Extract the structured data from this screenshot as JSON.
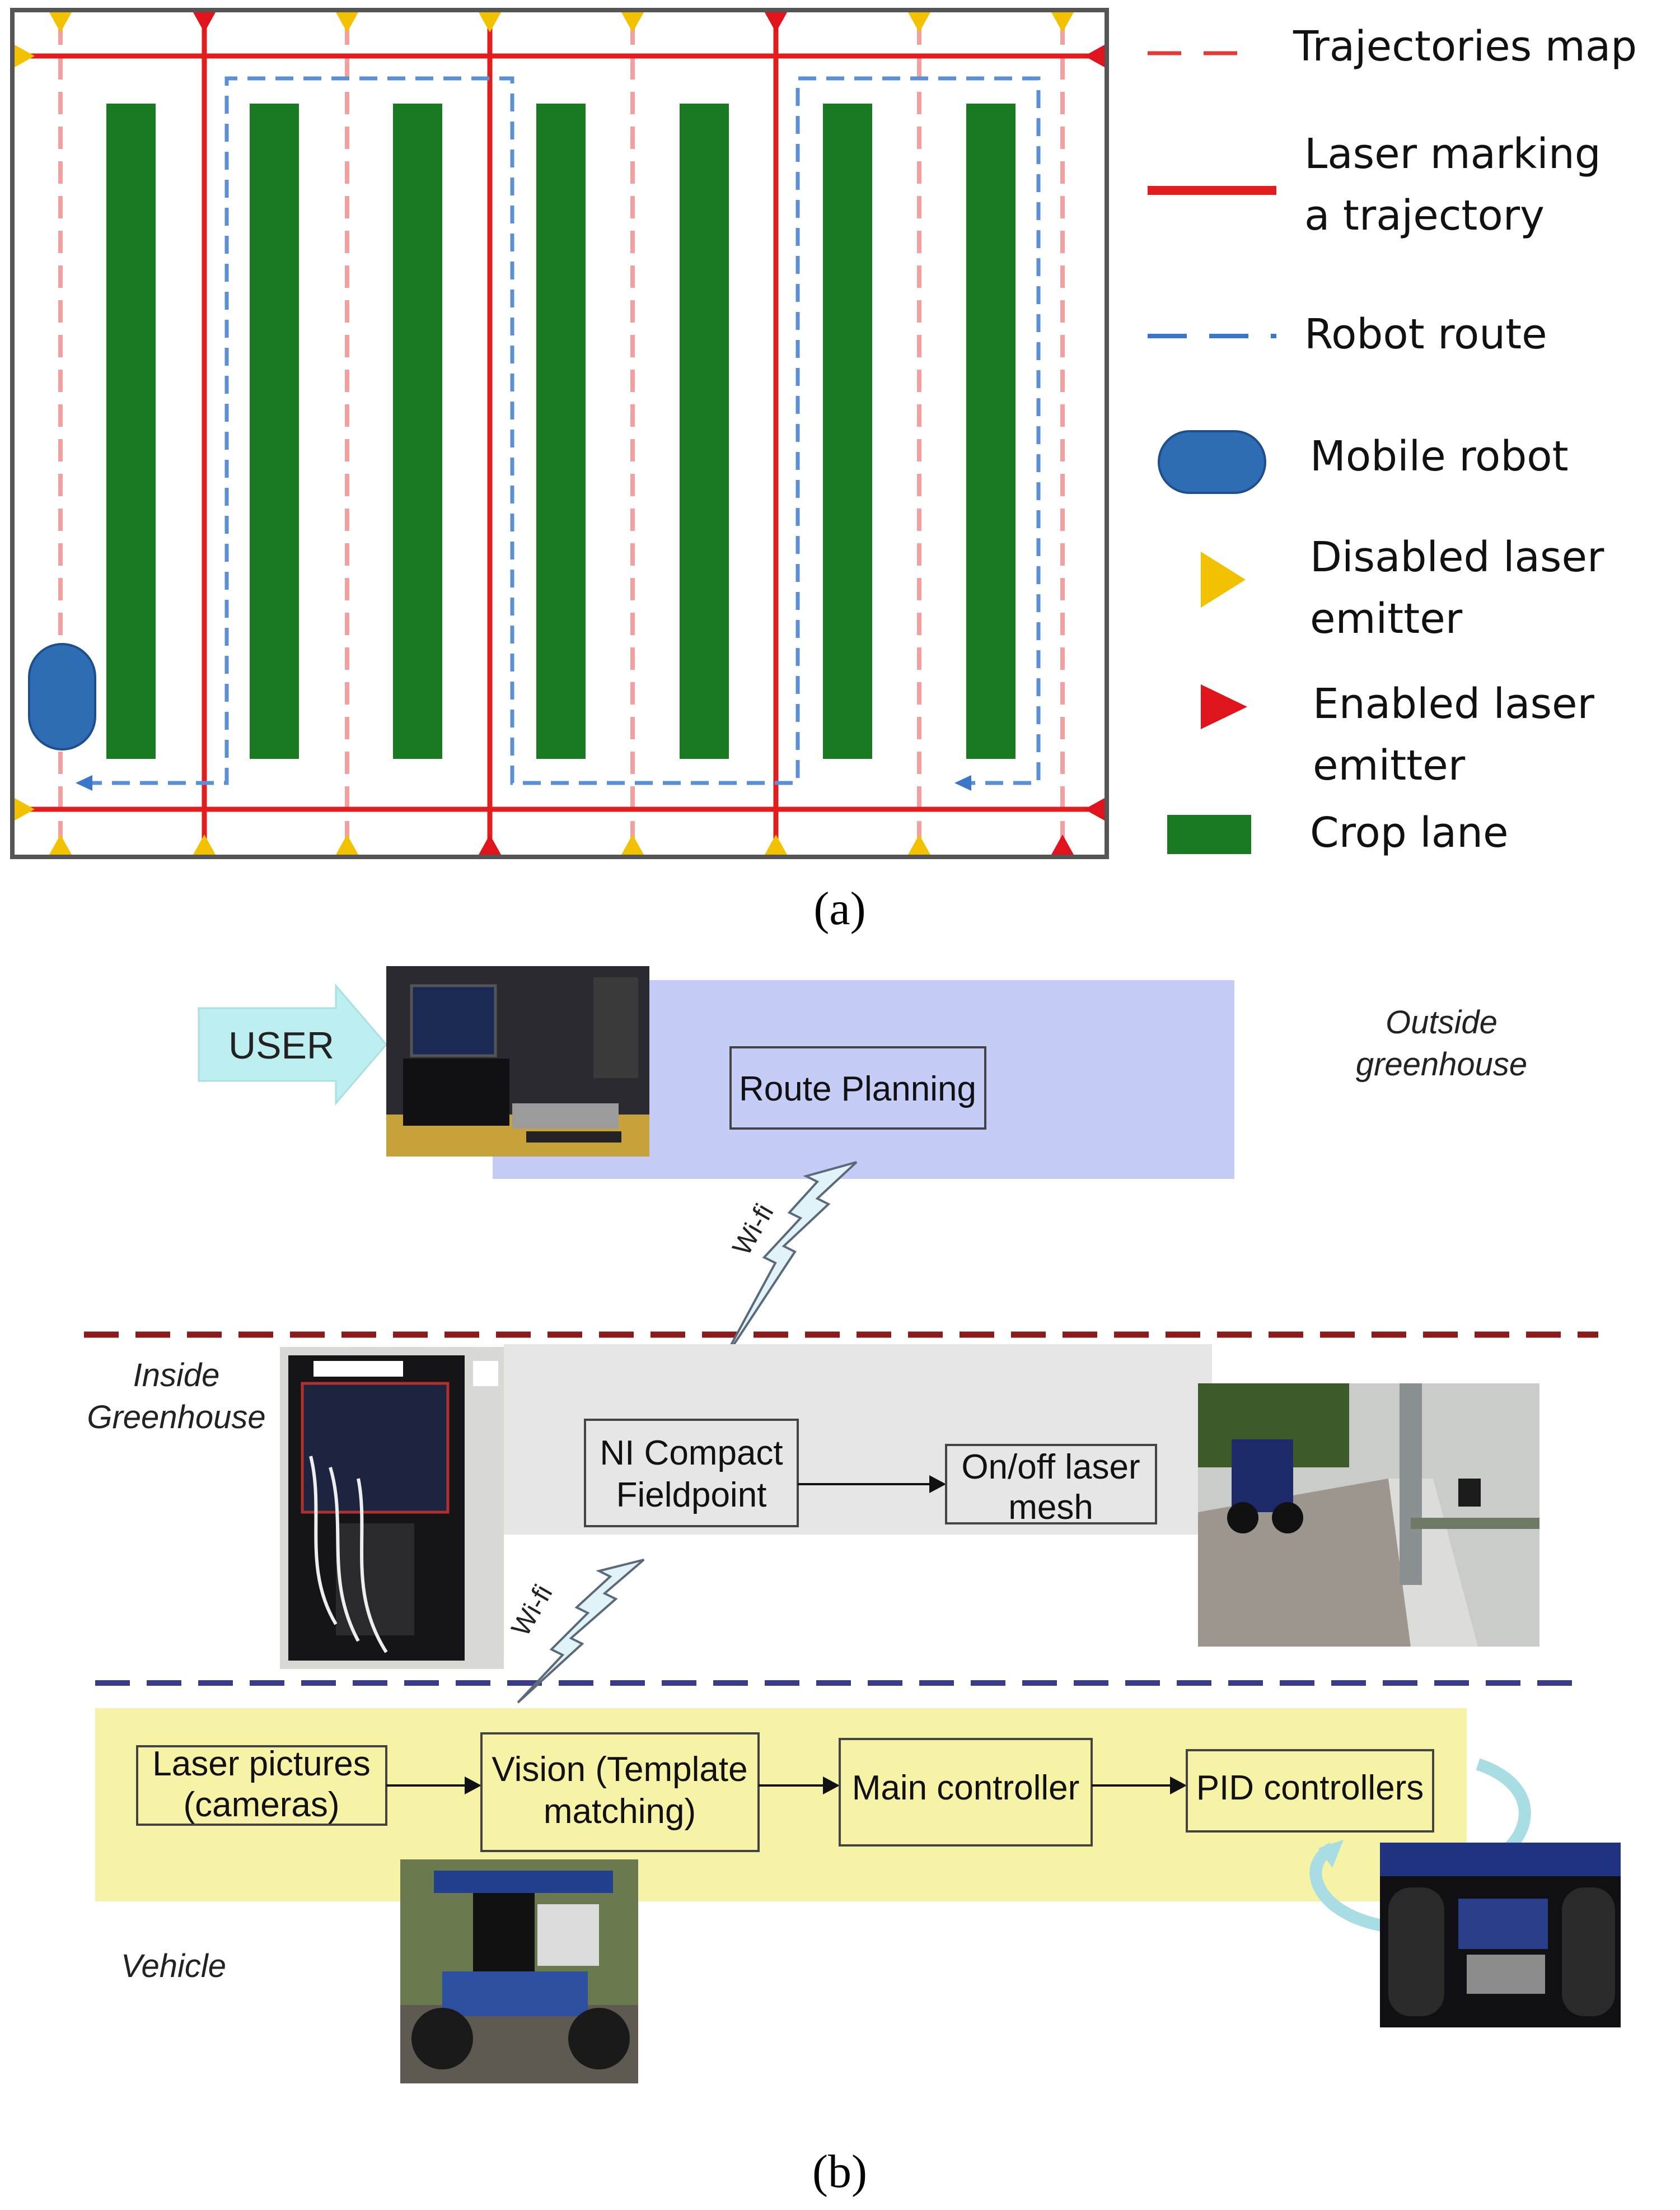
{
  "part_a": {
    "caption": "(a)",
    "legend": {
      "trajectories_map": "Trajectories map",
      "laser_marking_line1": "Laser marking",
      "laser_marking_line2": "a trajectory",
      "robot_route": "Robot route",
      "mobile_robot": "Mobile robot",
      "disabled_laser_line1": "Disabled laser",
      "disabled_laser_line2": "emitter",
      "enabled_laser_line1": "Enabled laser",
      "enabled_laser_line2": "emitter",
      "crop_lane": "Crop lane"
    },
    "colors": {
      "trajectory": "#e53935",
      "laser_line": "#e11d1d",
      "robot_route": "#5b8fd6",
      "mobile_robot": "#2e6db4",
      "disabled_emitter": "#f2c200",
      "enabled_emitter": "#e0141c",
      "crop_lane": "#1a7a22"
    }
  },
  "part_b": {
    "caption": "(b)",
    "user_label": "USER",
    "route_planning": "Route Planning",
    "outside_line1": "Outside",
    "outside_line2": "greenhouse",
    "wifi_upper": "Wi-fi",
    "wifi_lower": "Wi-fi",
    "inside_line1": "Inside",
    "inside_line2": "Greenhouse",
    "ni_line1": "NI Compact",
    "ni_line2": "Fieldpoint",
    "onoff_line1": "On/off laser",
    "onoff_line2": "mesh",
    "laser_pics_line1": "Laser pictures",
    "laser_pics_line2": "(cameras)",
    "vision_line1": "Vision (Template",
    "vision_line2": "matching)",
    "main_controller": "Main controller",
    "pid_controllers": "PID controllers",
    "vehicle_label": "Vehicle",
    "colors": {
      "outside_zone": "#c5cdf7",
      "inside_zone": "#e6e6e6",
      "vehicle_zone": "#f7f3a6",
      "upper_divider": "#8b1a1a",
      "lower_divider": "#3b3b8c",
      "user_arrow": "#bdeef0"
    }
  }
}
